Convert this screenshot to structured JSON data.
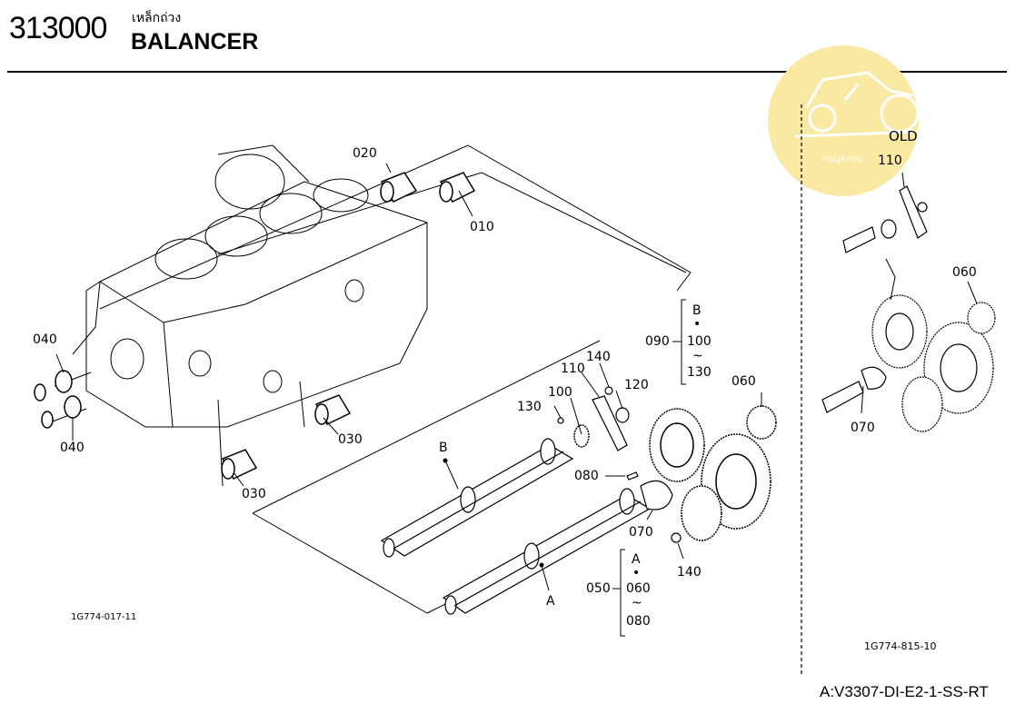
{
  "header": {
    "code": "313000",
    "thai_name": "เหล็กถ่วง",
    "title": "BALANCER"
  },
  "diagrams": {
    "main_id": "1G774-017-11",
    "old_id": "1G774-815-10",
    "old_label": "OLD"
  },
  "parts": {
    "p010": "010",
    "p020": "020",
    "p030a": "030",
    "p030b": "030",
    "p040a": "040",
    "p040b": "040",
    "p050": "050",
    "p060": "060",
    "p070": "070",
    "p080": "080",
    "p090": "090",
    "p100": "100",
    "p110": "110",
    "p120": "120",
    "p130": "130",
    "p140a": "140",
    "p140b": "140",
    "old110": "110",
    "old060": "060",
    "old070": "070"
  },
  "groups": {
    "g090_top": "B",
    "g090_dot": "•",
    "g090_mid": "100",
    "g090_tilde": "~",
    "g090_bot": "130",
    "g050_top": "A",
    "g050_dot": "•",
    "g050_mid": "060",
    "g050_tilde": "~",
    "g050_bot": "080"
  },
  "shaft_labels": {
    "b": "B",
    "a": "A"
  },
  "watermark": {
    "text": "maykeeo",
    "color": "#f7e79a"
  },
  "footer": "A:V3307-DI-E2-1-SS-RT"
}
